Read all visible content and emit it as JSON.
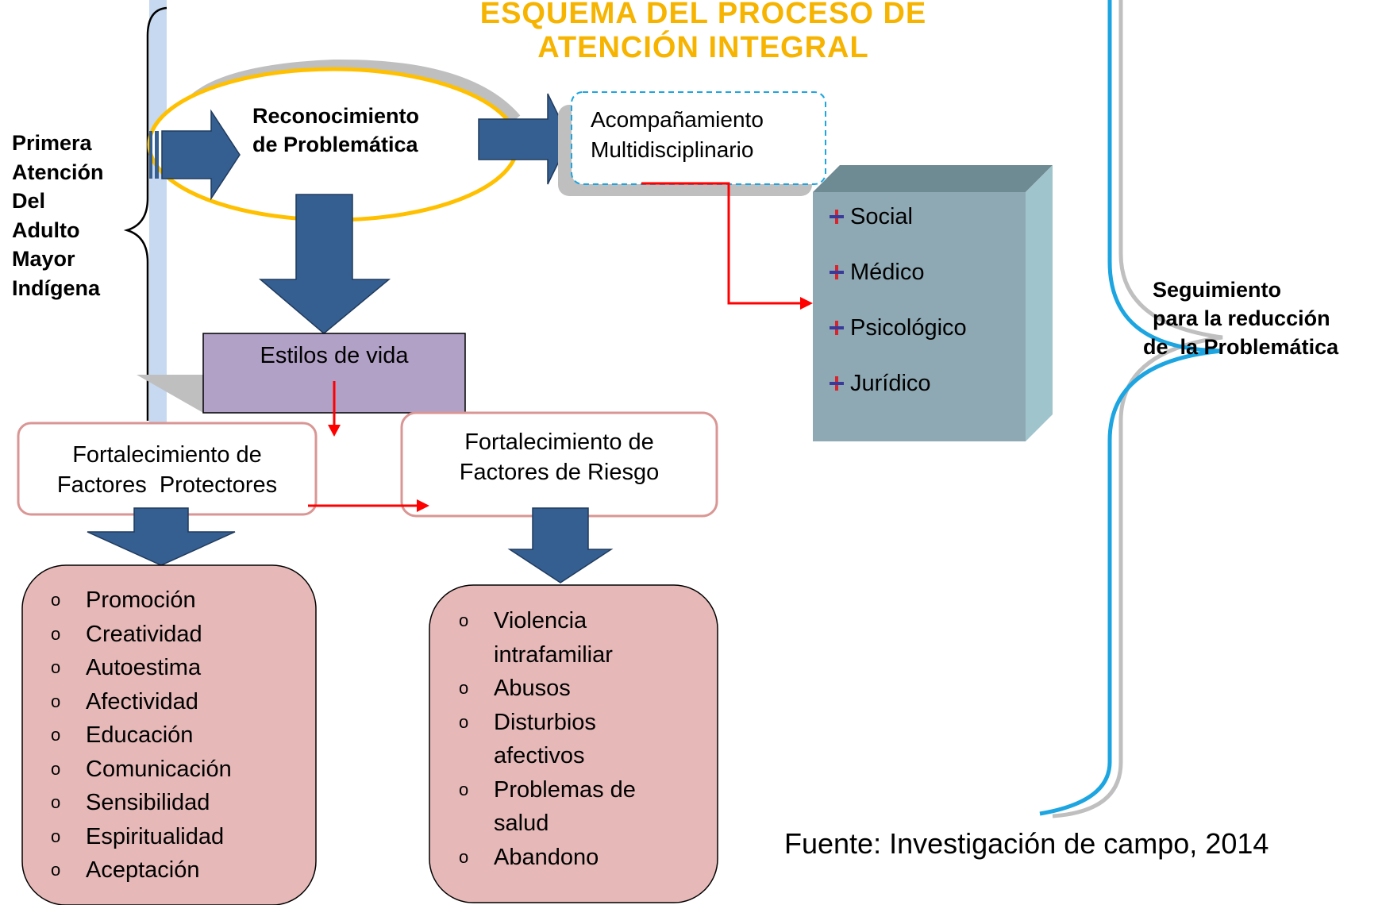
{
  "title": {
    "line1": "ESQUEMA DEL PROCESO DE",
    "line2": "ATENCIÓN INTEGRAL"
  },
  "left_label": [
    "Primera",
    "Atención",
    "Del",
    "Adulto",
    "Mayor",
    "Indígena"
  ],
  "recognition": {
    "line1": "Reconocimiento",
    "line2": "de Problemática"
  },
  "accompaniment": {
    "line1": "Acompañamiento",
    "line2": "Multidisciplinario"
  },
  "areas": [
    "Social",
    "Médico",
    "Psicológico",
    "Jurídico"
  ],
  "lifestyle": "Estilos de vida",
  "protective": {
    "line1": "Fortalecimiento de",
    "line2": "Factores  Protectores"
  },
  "risk": {
    "line1": "Fortalecimiento de",
    "line2": "Factores de Riesgo"
  },
  "protective_items": [
    "Promoción",
    "Creatividad",
    "Autoestima",
    "Afectividad",
    "Educación",
    "Comunicación",
    "Sensibilidad",
    "Espiritualidad",
    "Aceptación"
  ],
  "risk_items": [
    "Violencia intrafamiliar",
    "Abusos",
    "Disturbios afectivos",
    "Problemas de salud",
    "Abandono"
  ],
  "followup": {
    "line1": "Seguimiento",
    "line2": "para la reducción",
    "line3": "de  la Problemática"
  },
  "source": "Fuente: Investigación de campo, 2014",
  "colors": {
    "title": "#F6B400",
    "arrow_blue": "#365F91",
    "lifestyle_fill": "#B2A1C7",
    "list_fill": "#E6B9B8",
    "frame_border": "#D99694",
    "cube_front": "#8EA9B4",
    "brace_blue": "#1CA5E0",
    "connector_red": "#FF0000"
  }
}
